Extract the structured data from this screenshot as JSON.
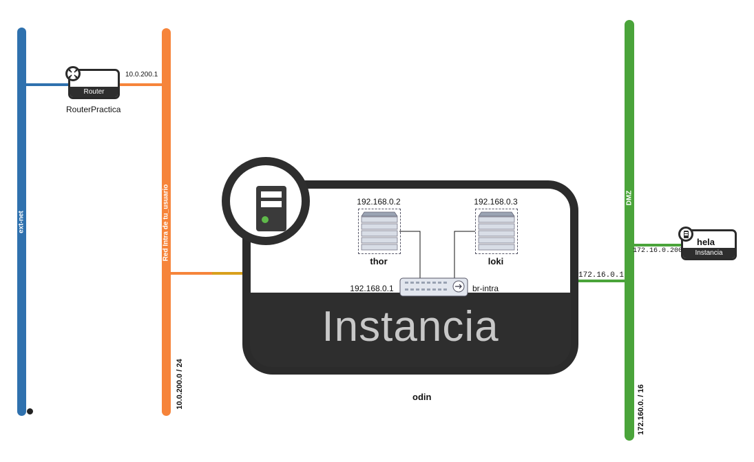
{
  "colors": {
    "ext_net": "#2f71ae",
    "intra_net": "#f6843a",
    "dmz": "#4aa43a",
    "odin_link": "#d9a01c",
    "node_dark": "#2e2e2e"
  },
  "networks": {
    "ext_net": {
      "name": "ext-net"
    },
    "intra": {
      "name": "Red Intra de tu_usuario",
      "cidr": "10.0.200.0 / 24"
    },
    "dmz": {
      "name": "DMZ",
      "cidr": "172.160.0. / 16"
    }
  },
  "router": {
    "type_label": "Router",
    "name": "RouterPractica",
    "ip": "10.0.200.1",
    "icon": "router-icon"
  },
  "odin": {
    "type_label": "Instancia",
    "name": "odin",
    "dmz_ip": "172.16.0.1",
    "icon": "server-icon",
    "inner": {
      "thor": {
        "name": "thor",
        "ip": "192.168.0.2",
        "icon": "rack-server-icon"
      },
      "loki": {
        "name": "loki",
        "ip": "192.168.0.3",
        "icon": "rack-server-icon"
      },
      "bridge": {
        "name": "br-intra",
        "ip": "192.168.0.1",
        "icon": "switch-icon"
      }
    }
  },
  "hela": {
    "type_label": "Instancia",
    "name": "hela",
    "ip": "172.16.0.200",
    "icon": "server-icon"
  }
}
